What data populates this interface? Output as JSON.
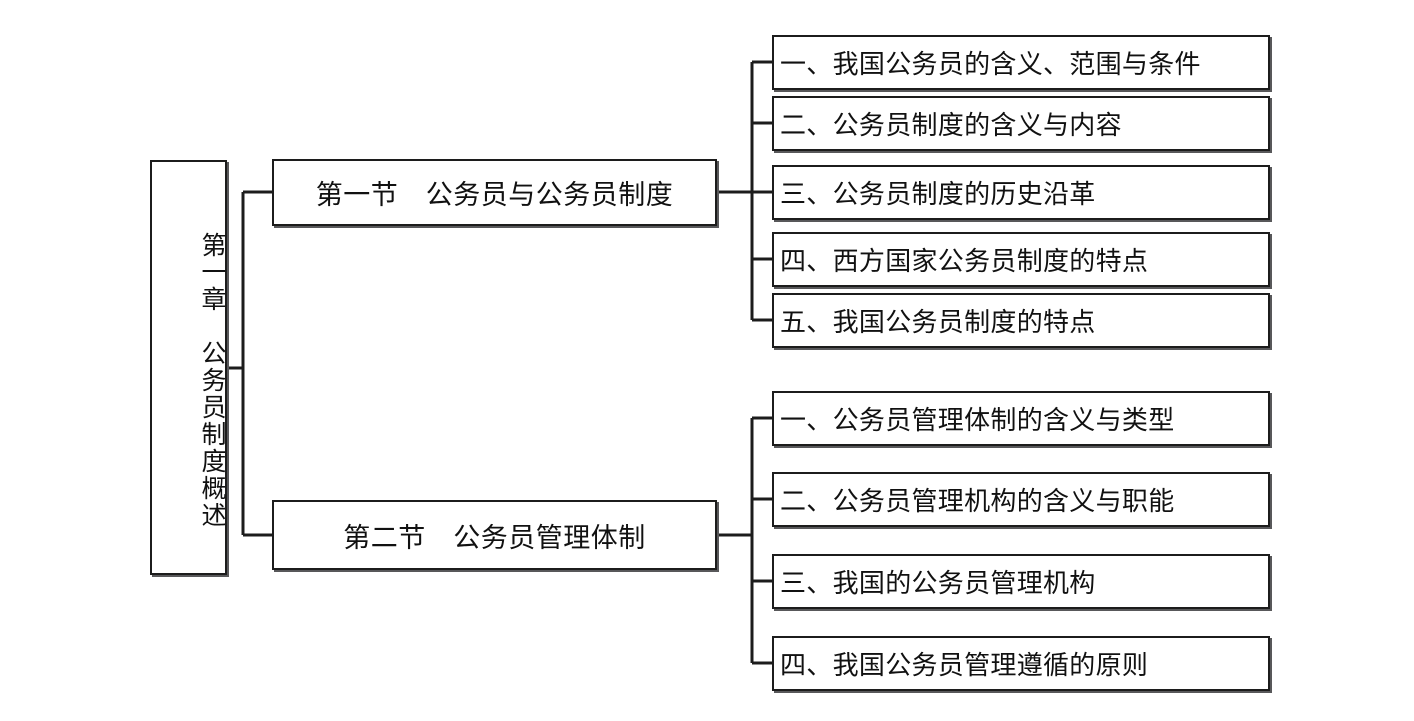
{
  "diagram": {
    "type": "hierarchy-tree",
    "orientation": "left-to-right",
    "title": "第一章　公务员制度概述",
    "colors": {
      "background": "#ffffff",
      "box_border": "#1c1c1c",
      "box_shadow": "#58585a",
      "connector": "#1c1c1c",
      "text": "#111111"
    }
  },
  "root": {
    "label": "第一章　公务员制度概述"
  },
  "sections": [
    {
      "label": "第一节　公务员与公务员制度",
      "items": [
        {
          "label": "一、我国公务员的含义、范围与条件"
        },
        {
          "label": "二、公务员制度的含义与内容"
        },
        {
          "label": "三、公务员制度的历史沿革"
        },
        {
          "label": "四、西方国家公务员制度的特点"
        },
        {
          "label": "五、我国公务员制度的特点"
        }
      ]
    },
    {
      "label": "第二节　公务员管理体制",
      "items": [
        {
          "label": "一、公务员管理体制的含义与类型"
        },
        {
          "label": "二、公务员管理机构的含义与职能"
        },
        {
          "label": "三、我国的公务员管理机构"
        },
        {
          "label": "四、我国公务员管理遵循的原则"
        }
      ]
    }
  ]
}
